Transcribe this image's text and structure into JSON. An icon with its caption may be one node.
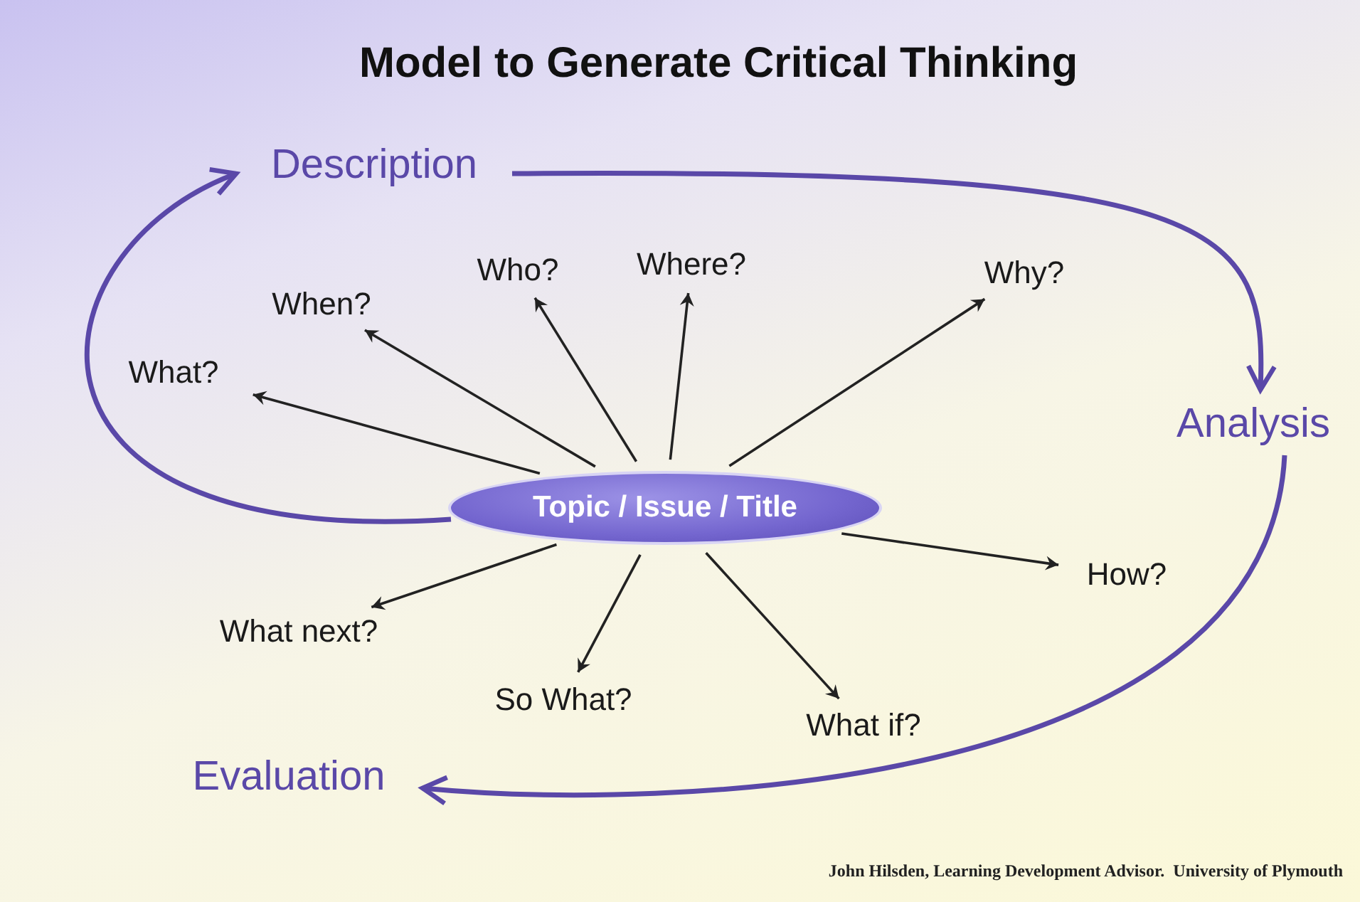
{
  "diagram": {
    "title": "Model to Generate Critical Thinking",
    "nodes": [
      {
        "text": [
          "Description"
        ]
      },
      {
        "text": [
          "Analysis"
        ]
      },
      {
        "text": [
          "Evaluation"
        ]
      },
      {
        "text": [
          "Topic / Issue / Title"
        ]
      },
      {
        "text": [
          "What?"
        ]
      },
      {
        "text": [
          "When?"
        ]
      },
      {
        "text": [
          "Who?"
        ]
      },
      {
        "text": [
          "Where?"
        ]
      },
      {
        "text": [
          "Why?"
        ]
      },
      {
        "text": [
          "How?"
        ]
      },
      {
        "text": [
          "What next?"
        ]
      },
      {
        "text": [
          "So What?"
        ]
      },
      {
        "text": [
          "What if?"
        ]
      }
    ],
    "edges": [
      {
        "from": 0,
        "to": 1,
        "arrow": "to",
        "style": "thick",
        "color": "#5a48a8"
      },
      {
        "from": 1,
        "to": 2,
        "arrow": "to",
        "style": "thick",
        "color": "#5a48a8"
      },
      {
        "from": 3,
        "to": 0,
        "arrow": "to",
        "style": "thick",
        "color": "#5a48a8"
      },
      {
        "from": 3,
        "to": 4,
        "arrow": "to"
      },
      {
        "from": 3,
        "to": 5,
        "arrow": "to"
      },
      {
        "from": 3,
        "to": 6,
        "arrow": "to"
      },
      {
        "from": 3,
        "to": 7,
        "arrow": "to"
      },
      {
        "from": 3,
        "to": 8,
        "arrow": "to"
      },
      {
        "from": 3,
        "to": 9,
        "arrow": "to"
      },
      {
        "from": 3,
        "to": 10,
        "arrow": "to"
      },
      {
        "from": 3,
        "to": 11,
        "arrow": "to"
      },
      {
        "from": 3,
        "to": 12,
        "arrow": "to"
      }
    ],
    "labels": [
      "John Hilsden, Learning Development Advisor.  University of Plymouth"
    ]
  }
}
